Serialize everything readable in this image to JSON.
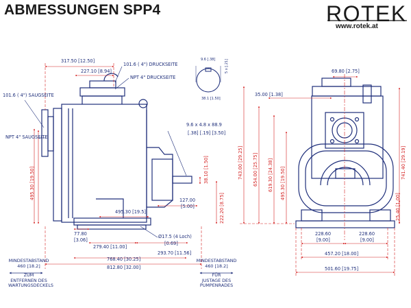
{
  "title": "ABMESSUNGEN SPP4",
  "brand": {
    "logo": "ROTEK",
    "url": "www.rotek.at"
  },
  "colors": {
    "outline": "#1e2e7a",
    "dimension": "#d42020",
    "text": "#1a1a1a"
  },
  "side_view": {
    "d_317": "317.50  [12.50]",
    "d_227": "227.10  [8.94]",
    "d_druck": "101.6 ( 4\") DRUCKSEITE",
    "d_npt_druck": "NPT 4\" DRUCKSEITE",
    "d_saug": "101.6 ( 4\") SAUGSEITE",
    "d_npt_saug": "NPT 4\" SAUGSEITE",
    "d_495v": "495.30  [19.50]",
    "d_key": "9.6  x  4.8  x  88.9",
    "d_key2": "[.38]  [.19]  [3.50]",
    "d_38": "38.10  [1.50]",
    "d_127": "127.00",
    "d_127b": "[5.00]",
    "d_495h": "495.30 [19.5]",
    "d_222": "222.20  [8.75]",
    "d_77": "77.80",
    "d_77b": "[3.06]",
    "d_279": "279.40  [11.00]",
    "d_hole": "Ø17.5 (4 Loch)",
    "d_hole2": "[0.69]",
    "d_293": "293.70  [11.56]",
    "d_768": "768.40  [30.25]",
    "d_812": "812.80  [32.00]"
  },
  "shaft_detail": {
    "d_top": "9.6 [.38]",
    "d_right": "5 x [.21]",
    "d_bottom": "38.1 [1.50]"
  },
  "front_view": {
    "d_69": "69.80  [2.75]",
    "d_35": "35.00  [1.38]",
    "d_743": "743.00  [29.25]",
    "d_654": "654.00  [25.75]",
    "d_619": "619.30  [24.38]",
    "d_495": "495.30  [19.50]",
    "d_741": "741.40  [29.19]",
    "d_25": "25.40  [1.00]",
    "d_228a": "228.60",
    "d_228ab": "[9.00]",
    "d_228b": "228.60",
    "d_228bb": "[9.00]",
    "d_457": "457.20  [18.00]",
    "d_501": "501.60  [19.75]"
  },
  "notes": {
    "left": {
      "line1": "MINDESTABSTAND",
      "line2": "460 [18.2]",
      "line3": "ZUM",
      "line4": "ENTFERNEN DES",
      "line5": "WARTUNGSDECKELS"
    },
    "right": {
      "line1": "MINDESTABSTAND",
      "line2": "460 [18.2]",
      "line3": "FÜR",
      "line4": "JUSTAGE DES",
      "line5": "PUMPENRADES"
    }
  }
}
